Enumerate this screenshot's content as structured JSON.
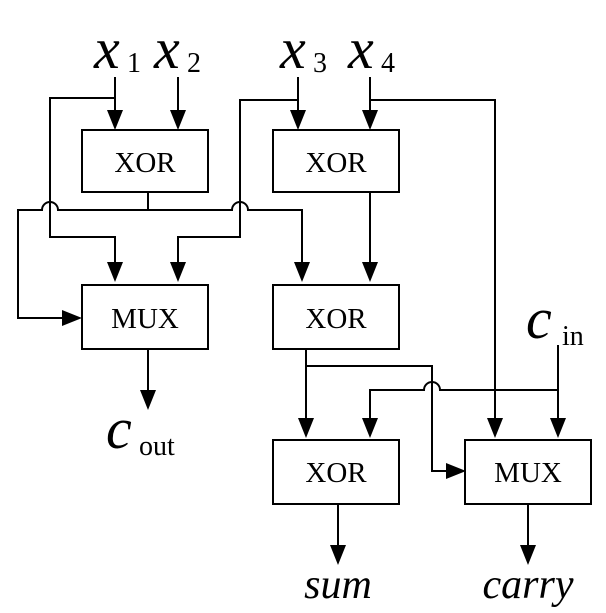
{
  "inputs": {
    "x1": {
      "symbol": "x",
      "subscript": "1"
    },
    "x2": {
      "symbol": "x",
      "subscript": "2"
    },
    "x3": {
      "symbol": "x",
      "subscript": "3"
    },
    "x4": {
      "symbol": "x",
      "subscript": "4"
    },
    "cin": {
      "symbol": "c",
      "subscript": "in"
    }
  },
  "outputs": {
    "cout": {
      "symbol": "c",
      "subscript": "out"
    },
    "sum": "sum",
    "carry": "carry"
  },
  "gates": {
    "xor_a": "XOR",
    "xor_b": "XOR",
    "xor_c": "XOR",
    "xor_sum": "XOR",
    "mux_cout": "MUX",
    "mux_carry": "MUX"
  }
}
